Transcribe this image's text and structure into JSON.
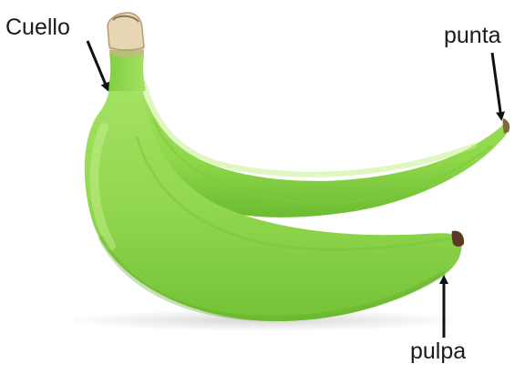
{
  "labels": {
    "neck": "Cuello",
    "tip": "punta",
    "pulp": "pulpa"
  },
  "colors": {
    "banana_light": "#b6e67a",
    "banana_mid": "#8fd94a",
    "banana_dark": "#64b62c",
    "stem": "#e9dcc0",
    "stem_dark": "#b59b6e",
    "tip_brown": "#5a3a22",
    "arrow": "#111111",
    "background": "#ffffff"
  }
}
